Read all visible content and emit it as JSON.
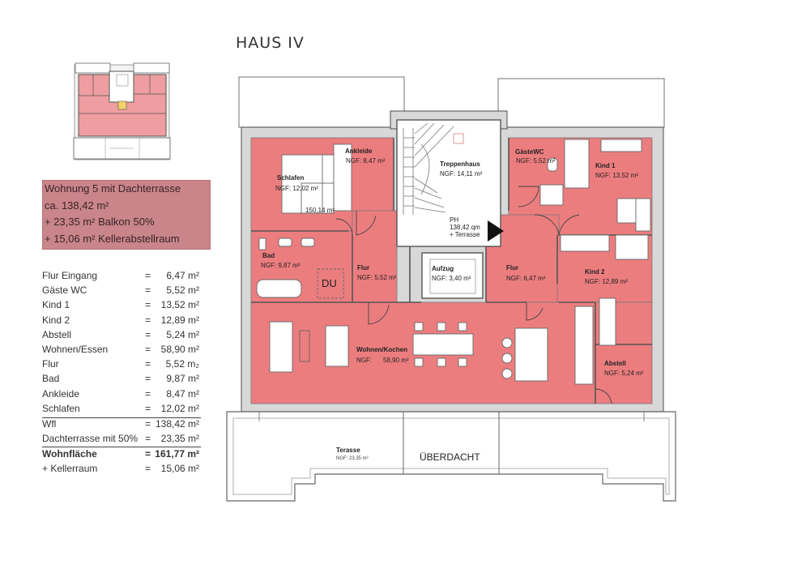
{
  "header": {
    "title": "HAUS IV"
  },
  "info_box": {
    "line1": "Wohnung 5 mit Dachterrasse",
    "line2": "ca. 138,42 m²",
    "line3": "+ 23,35 m² Balkon 50%",
    "line4": "+ 15,06 m² Kellerabstellraum"
  },
  "area_table": {
    "rows": [
      {
        "name": "Flur Eingang",
        "eq": "=",
        "value": "6,47 m²"
      },
      {
        "name": "Gäste WC",
        "eq": "=",
        "value": "5,52 m²"
      },
      {
        "name": "Kind 1",
        "eq": "=",
        "value": "13,52 m²"
      },
      {
        "name": "Kind 2",
        "eq": "=",
        "value": "12,89 m²"
      },
      {
        "name": "Abstell",
        "eq": "=",
        "value": "5,24 m²"
      },
      {
        "name": "Wohnen/Essen",
        "eq": "=",
        "value": "58,90 m²"
      },
      {
        "name": "Flur",
        "eq": "=",
        "value": "5,52 m₂"
      },
      {
        "name": "Bad",
        "eq": "=",
        "value": "9,87 m²"
      },
      {
        "name": "Ankleide",
        "eq": "=",
        "value": "8,47 m²"
      },
      {
        "name": "Schlafen",
        "eq": "=",
        "value": "12,02 m²"
      }
    ],
    "wfl": {
      "name": "Wfl",
      "eq": "=",
      "value": "138,42 m²"
    },
    "dachterrasse": {
      "name": "Dachterrasse mit 50%",
      "eq": "=",
      "value": "23,35 m²"
    },
    "wohnflaeche": {
      "name": "Wohnfläche",
      "eq": "=",
      "value": "161,77 m²"
    },
    "kellerraum": {
      "name": "+ Kellerraum",
      "eq": "=",
      "value": "15,06 m²"
    }
  },
  "floorplan": {
    "rooms": {
      "schlafen": {
        "name": "Schlafen",
        "area": "NGF: 12,02 m²"
      },
      "ankleide": {
        "name": "Ankleide",
        "area": "NGF: 8,47 m²"
      },
      "treppenhaus": {
        "name": "Treppenhaus",
        "area": "NGF: 14,11 m²"
      },
      "gaestewc": {
        "name": "GästeWC",
        "area": "NGF: 5,52 m²"
      },
      "kind1": {
        "name": "Kind 1",
        "area": "NGF: 13,52 m²"
      },
      "bad": {
        "name": "Bad",
        "area": "NGF: 9,87 m²"
      },
      "flur1": {
        "name": "Flur",
        "area": "NGF: 5,52 m²"
      },
      "aufzug": {
        "name": "Aufzug",
        "area": "NGF: 3,40 m²"
      },
      "flur2": {
        "name": "Flur",
        "area": "NGF: 6,47 m²"
      },
      "kind2": {
        "name": "Kind 2",
        "area": "NGF: 12,89 m²"
      },
      "wohnen": {
        "name": "Wohnen/Kochen",
        "area_label": "NGF:",
        "area_value": "58,90 m²"
      },
      "abstell": {
        "name": "Abstell",
        "area": "NGF: 5,24 m²"
      },
      "terasse": {
        "name": "Terasse",
        "area": "NGF: 23,35 m²"
      }
    },
    "dimension": "150,14 m²",
    "du_label": "DU",
    "ph_label": "PH",
    "ph_area": "138,42 qm",
    "ph_extra": "+ Terrasse",
    "ueberdacht": "ÜBERDACHT"
  },
  "colors": {
    "room_fill": "#ec7d7f",
    "info_box": "#c9858a",
    "wall": "#8a8a8a",
    "wall_light": "#d8d8d8"
  }
}
